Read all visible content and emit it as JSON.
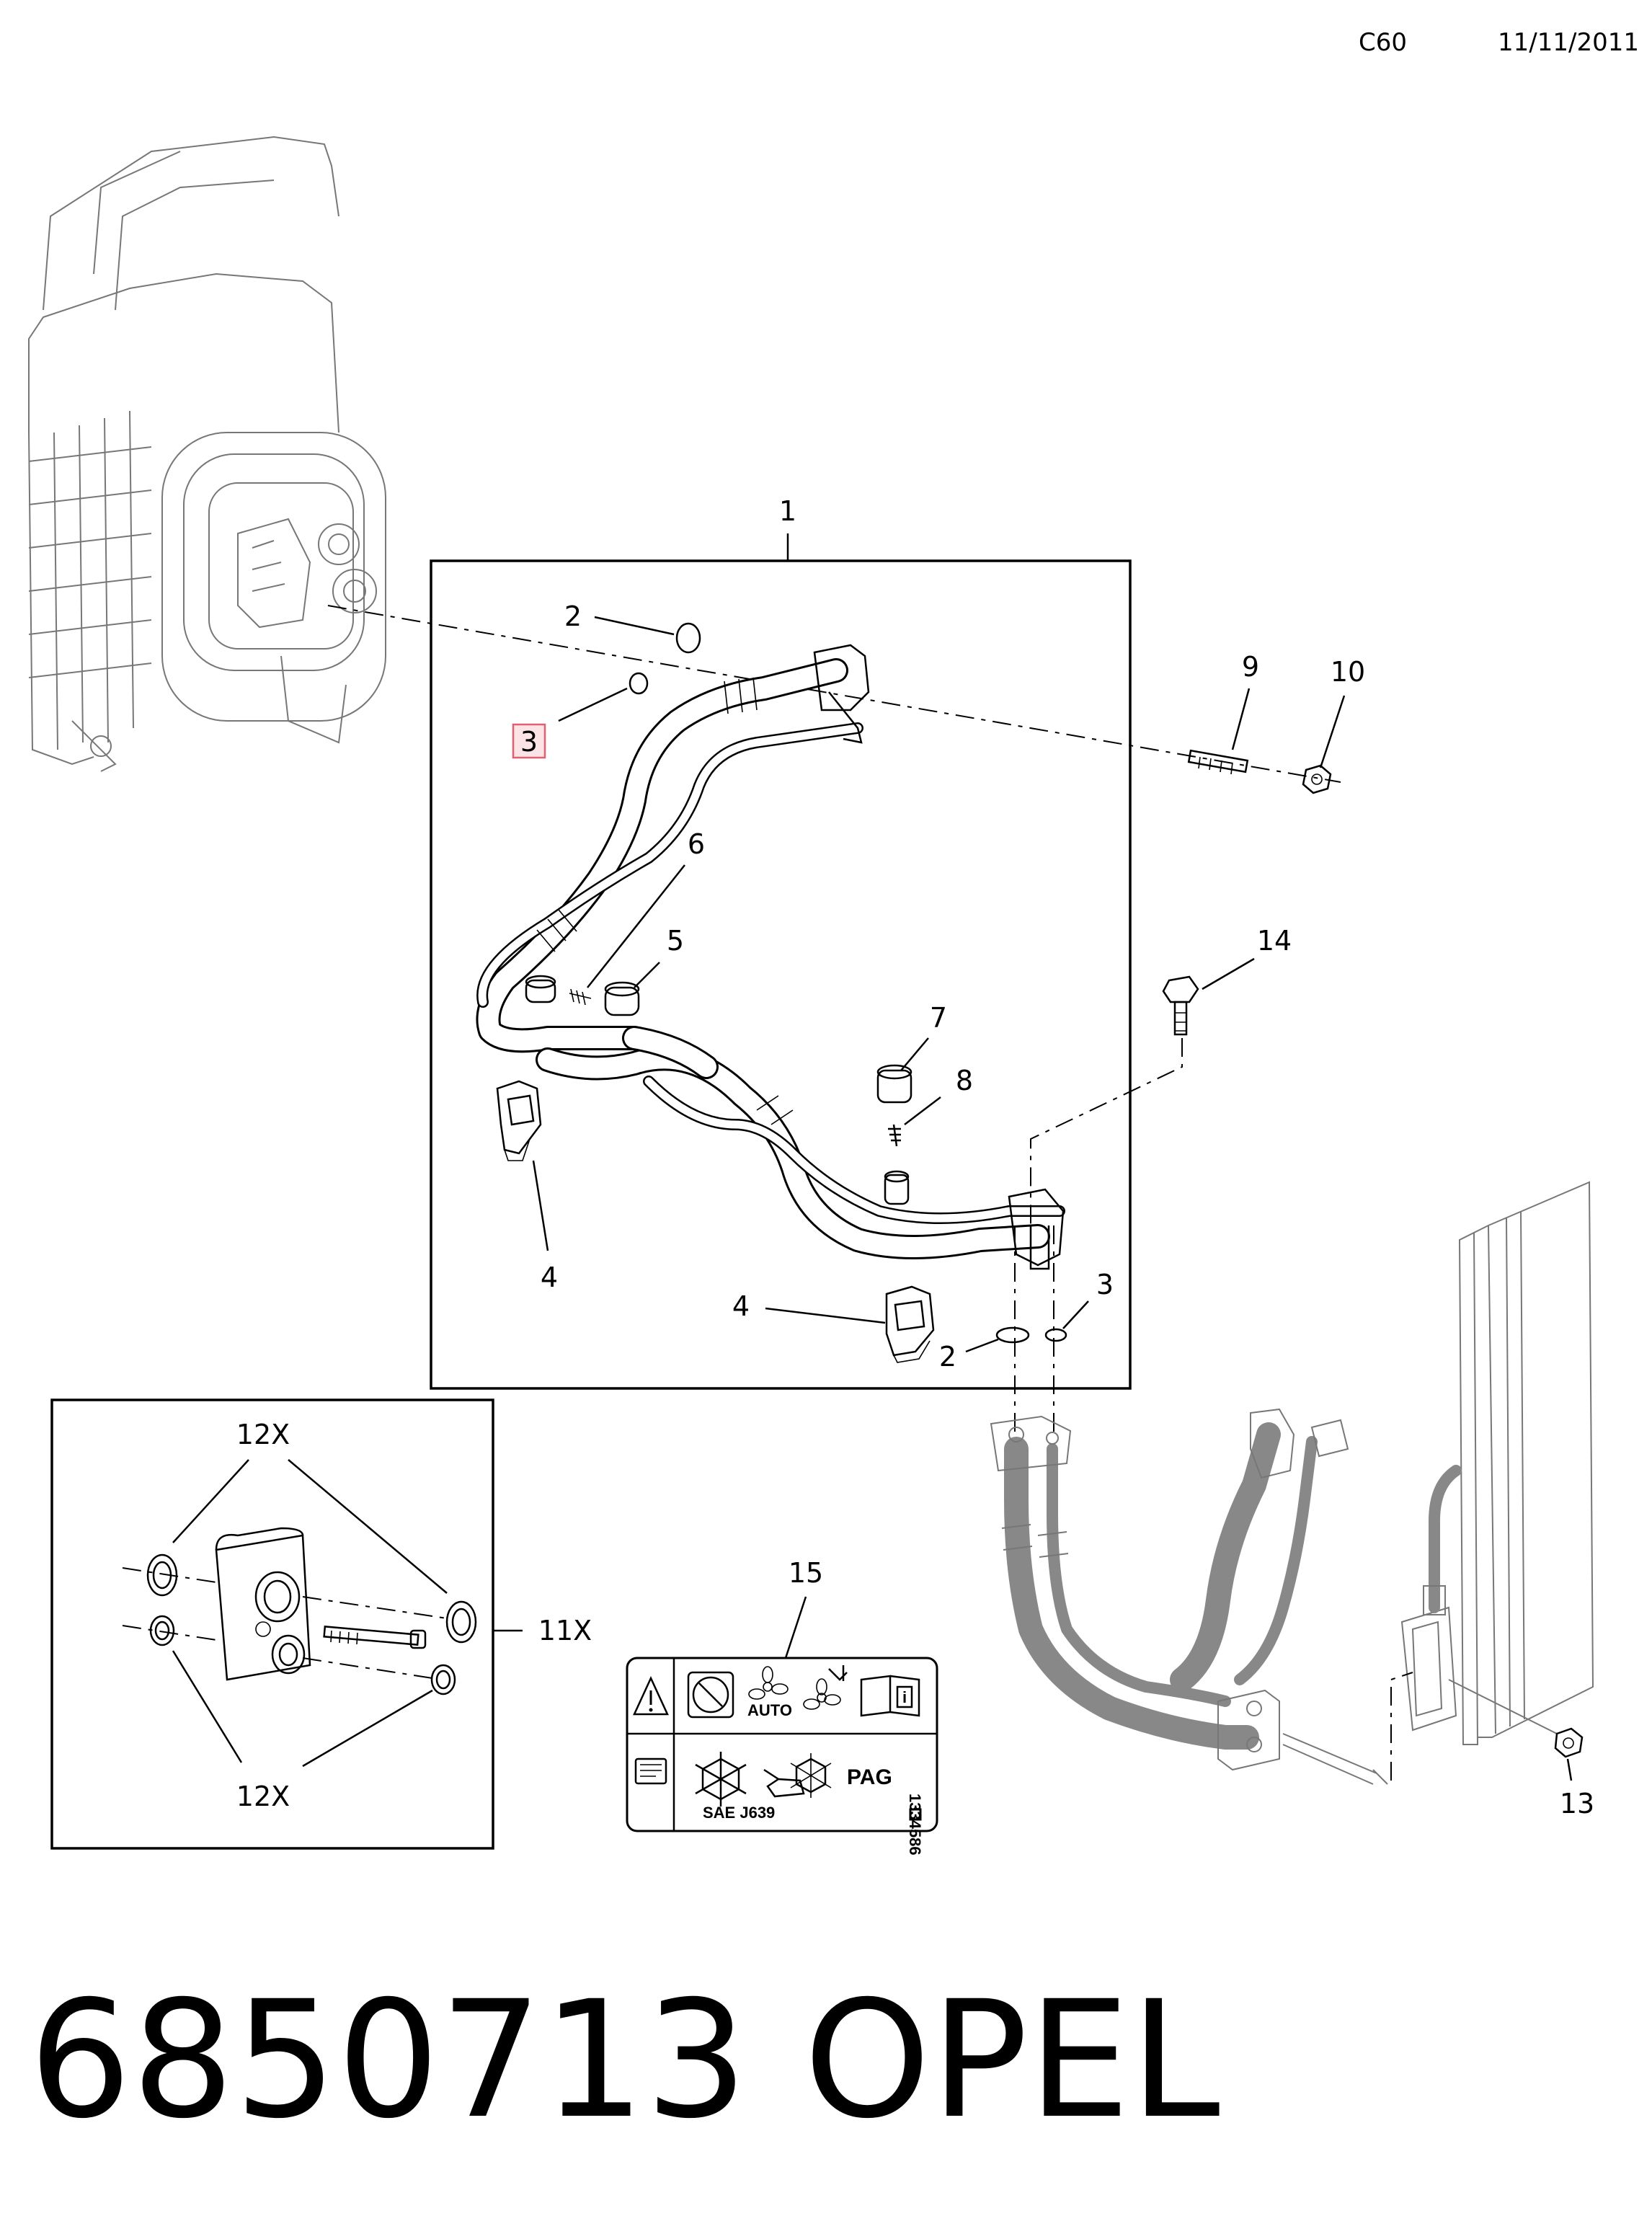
{
  "header": {
    "code": "C60",
    "date": "11/11/2011"
  },
  "callouts": {
    "c1": "1",
    "c2_top": "2",
    "c3_top": "3",
    "c9": "9",
    "c10": "10",
    "c6": "6",
    "c5": "5",
    "c14": "14",
    "c7": "7",
    "c8": "8",
    "c4_left": "4",
    "c4_bottom": "4",
    "c3_bottom": "3",
    "c2_bottom": "2",
    "c12x_top": "12X",
    "c11x": "11X",
    "c12x_bottom": "12X",
    "c15": "15",
    "c13": "13"
  },
  "label_15": {
    "auto": "AUTO",
    "pag": "PAG",
    "sae": "SAE J639",
    "code": "1334586"
  },
  "footer": {
    "part_number": "6850713",
    "brand": "OPEL"
  },
  "colors": {
    "highlight_border": "#e06070",
    "highlight_fill": "#fbe3e6"
  }
}
